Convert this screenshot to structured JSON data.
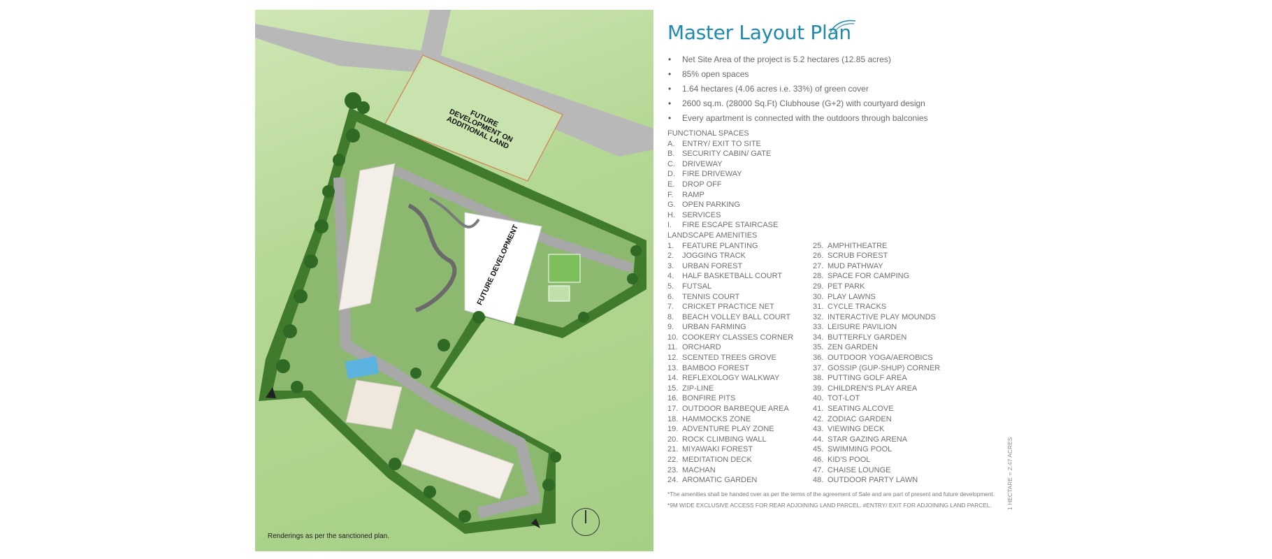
{
  "plan": {
    "caption": "Renderings as per the sanctioned plan.",
    "label_future_dev_land": "FUTURE DEVELOPMENT ON ADDITIONAL LAND",
    "label_future_dev": "FUTURE DEVELOPMENT"
  },
  "title": "Master Layout Plan",
  "bullets": [
    "Net Site Area of the project is 5.2 hectares (12.85 acres)",
    "85% open spaces",
    "1.64 hectares (4.06 acres i.e. 33%) of green cover",
    "2600 sq.m. (28000 Sq.Ft) Clubhouse (G+2) with courtyard design",
    "Every apartment is connected with the outdoors through balconies"
  ],
  "functional_heading": "FUNCTIONAL SPACES",
  "functional": [
    {
      "key": "A.",
      "label": "ENTRY/ EXIT TO SITE"
    },
    {
      "key": "B.",
      "label": "SECURITY CABIN/ GATE"
    },
    {
      "key": "C.",
      "label": "DRIVEWAY"
    },
    {
      "key": "D.",
      "label": "FIRE DRIVEWAY"
    },
    {
      "key": "E.",
      "label": "DROP OFF"
    },
    {
      "key": "F.",
      "label": "RAMP"
    },
    {
      "key": "G.",
      "label": "OPEN PARKING"
    },
    {
      "key": "H.",
      "label": "SERVICES"
    },
    {
      "key": "I.",
      "label": "FIRE ESCAPE STAIRCASE"
    }
  ],
  "landscape_heading": "LANDSCAPE AMENITIES",
  "amenities_col1": [
    {
      "key": "1.",
      "label": "FEATURE PLANTING"
    },
    {
      "key": "2.",
      "label": "JOGGING TRACK"
    },
    {
      "key": "3.",
      "label": "URBAN FOREST"
    },
    {
      "key": "4.",
      "label": "HALF BASKETBALL COURT"
    },
    {
      "key": "5.",
      "label": "FUTSAL"
    },
    {
      "key": "6.",
      "label": "TENNIS COURT"
    },
    {
      "key": "7.",
      "label": "CRICKET PRACTICE NET"
    },
    {
      "key": "8.",
      "label": "BEACH VOLLEY BALL COURT"
    },
    {
      "key": "9.",
      "label": "URBAN FARMING"
    },
    {
      "key": "10.",
      "label": "COOKERY CLASSES CORNER"
    },
    {
      "key": "11.",
      "label": "ORCHARD"
    },
    {
      "key": "12.",
      "label": "SCENTED TREES GROVE"
    },
    {
      "key": "13.",
      "label": "BAMBOO FOREST"
    },
    {
      "key": "14.",
      "label": "REFLEXOLOGY WALKWAY"
    },
    {
      "key": "15.",
      "label": "ZIP-LINE"
    },
    {
      "key": "16.",
      "label": "BONFIRE PITS"
    },
    {
      "key": "17.",
      "label": "OUTDOOR BARBEQUE AREA"
    },
    {
      "key": "18.",
      "label": "HAMMOCKS ZONE"
    },
    {
      "key": "19.",
      "label": "ADVENTURE PLAY ZONE"
    },
    {
      "key": "20.",
      "label": "ROCK CLIMBING WALL"
    },
    {
      "key": "21.",
      "label": "MIYAWAKI FOREST"
    },
    {
      "key": "22.",
      "label": "MEDITATION DECK"
    },
    {
      "key": "23.",
      "label": "MACHAN"
    },
    {
      "key": "24.",
      "label": "AROMATIC GARDEN"
    }
  ],
  "amenities_col2": [
    {
      "key": "25.",
      "label": "AMPHITHEATRE"
    },
    {
      "key": "26.",
      "label": "SCRUB FOREST"
    },
    {
      "key": "27.",
      "label": "MUD PATHWAY"
    },
    {
      "key": "28.",
      "label": "SPACE FOR CAMPING"
    },
    {
      "key": "29.",
      "label": "PET PARK"
    },
    {
      "key": "30.",
      "label": "PLAY LAWNS"
    },
    {
      "key": "31.",
      "label": "CYCLE TRACKS"
    },
    {
      "key": "32.",
      "label": "INTERACTIVE PLAY MOUNDS"
    },
    {
      "key": "33.",
      "label": "LEISURE PAVILION"
    },
    {
      "key": "34.",
      "label": "BUTTERFLY GARDEN"
    },
    {
      "key": "35.",
      "label": "ZEN GARDEN"
    },
    {
      "key": "36.",
      "label": "OUTDOOR YOGA/AEROBICS"
    },
    {
      "key": "37.",
      "label": "GOSSIP (GUP-SHUP) CORNER"
    },
    {
      "key": "38.",
      "label": "PUTTING GOLF AREA"
    },
    {
      "key": "39.",
      "label": "CHILDREN'S PLAY AREA"
    },
    {
      "key": "40.",
      "label": "TOT-LOT"
    },
    {
      "key": "41.",
      "label": "SEATING ALCOVE"
    },
    {
      "key": "42.",
      "label": "ZODIAC GARDEN"
    },
    {
      "key": "43.",
      "label": "VIEWING DECK"
    },
    {
      "key": "44.",
      "label": "STAR GAZING ARENA"
    },
    {
      "key": "45.",
      "label": "SWIMMING POOL"
    },
    {
      "key": "46.",
      "label": "KID'S POOL"
    },
    {
      "key": "47.",
      "label": "CHAISE LOUNGE"
    },
    {
      "key": "48.",
      "label": "OUTDOOR PARTY LAWN"
    }
  ],
  "note1": "*The amenities shall be handed over as per the terms of the agreement of Sale and are part of present and future development.",
  "note2": "*9M WIDE EXCLUSIVE ACCESS FOR REAR ADJOINING LAND PARCEL. #ENTRY/ EXIT FOR ADJOINING LAND PARCEL.",
  "scale_note": "1 HECTARE = 2.47 ACRES",
  "colors": {
    "title": "#1f8aab",
    "lawn": "#a6cf86",
    "road": "#9a9a9a"
  }
}
